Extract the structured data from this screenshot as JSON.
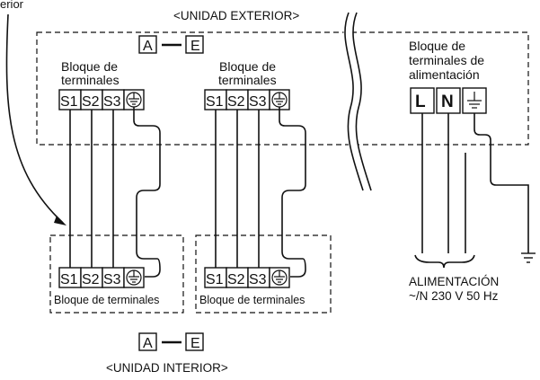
{
  "leader_label": "erior",
  "outdoor_unit": {
    "title": "<UNIDAD EXTERIOR>",
    "range_from": "A",
    "range_to": "E",
    "terminal_block_a": {
      "label_line1": "Bloque de",
      "label_line2": "terminales",
      "terminals": [
        "S1",
        "S2",
        "S3"
      ]
    },
    "terminal_block_b": {
      "label_line1": "Bloque de",
      "label_line2": "terminales",
      "terminals": [
        "S1",
        "S2",
        "S3"
      ]
    },
    "power_block": {
      "label_line1": "Bloque de",
      "label_line2": "terminales de",
      "label_line3": "alimentación",
      "terminals": [
        "L",
        "N"
      ]
    }
  },
  "indoor_unit": {
    "title": "<UNIDAD INTERIOR>",
    "range_from": "A",
    "range_to": "E",
    "terminal_block_a": {
      "label": "Bloque de terminales",
      "terminals": [
        "S1",
        "S2",
        "S3"
      ]
    },
    "terminal_block_b": {
      "label": "Bloque de terminales",
      "terminals": [
        "S1",
        "S2",
        "S3"
      ]
    }
  },
  "power_supply": {
    "label_line1": "ALIMENTACIÓN",
    "label_line2": "~/N 230 V 50 Hz"
  },
  "icons": {
    "ground": "ground-icon",
    "earth": "earth-icon"
  }
}
